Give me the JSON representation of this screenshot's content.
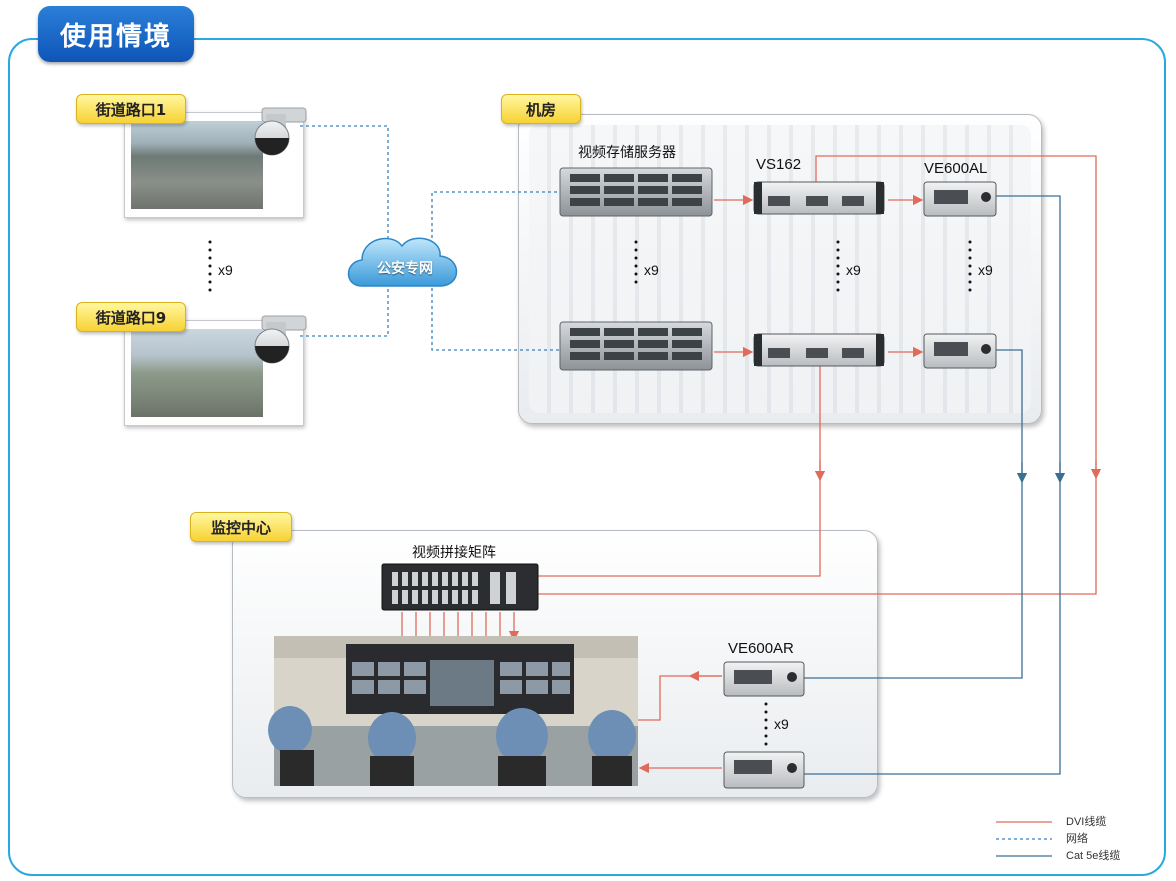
{
  "title": "使用情境",
  "zones": {
    "street1": "街道路口1",
    "street9": "街道路口9",
    "server_room": "机房",
    "monitor_center": "监控中心"
  },
  "cloud_label": "公安专网",
  "devices": {
    "storage_server": "视频存储服务器",
    "vs162": "VS162",
    "ve600al": "VE600AL",
    "matrix": "视频拼接矩阵",
    "ve600ar": "VE600AR"
  },
  "multipliers": {
    "streets": "x9",
    "servers": "x9",
    "splitters": "x9",
    "extenders_local": "x9",
    "extenders_remote": "x9"
  },
  "legend": [
    {
      "label": "DVI线缆",
      "color": "#e06b5b",
      "style": "solid"
    },
    {
      "label": "网络",
      "color": "#3a7fc1",
      "style": "dashed"
    },
    {
      "label": "Cat 5e线缆",
      "color": "#3a6f94",
      "style": "solid"
    }
  ],
  "colors": {
    "frame": "#29a9df",
    "title_bg": "#1566c6",
    "dvi": "#e06b5b",
    "network": "#3a7fc1",
    "cat5e": "#3a6f94"
  }
}
